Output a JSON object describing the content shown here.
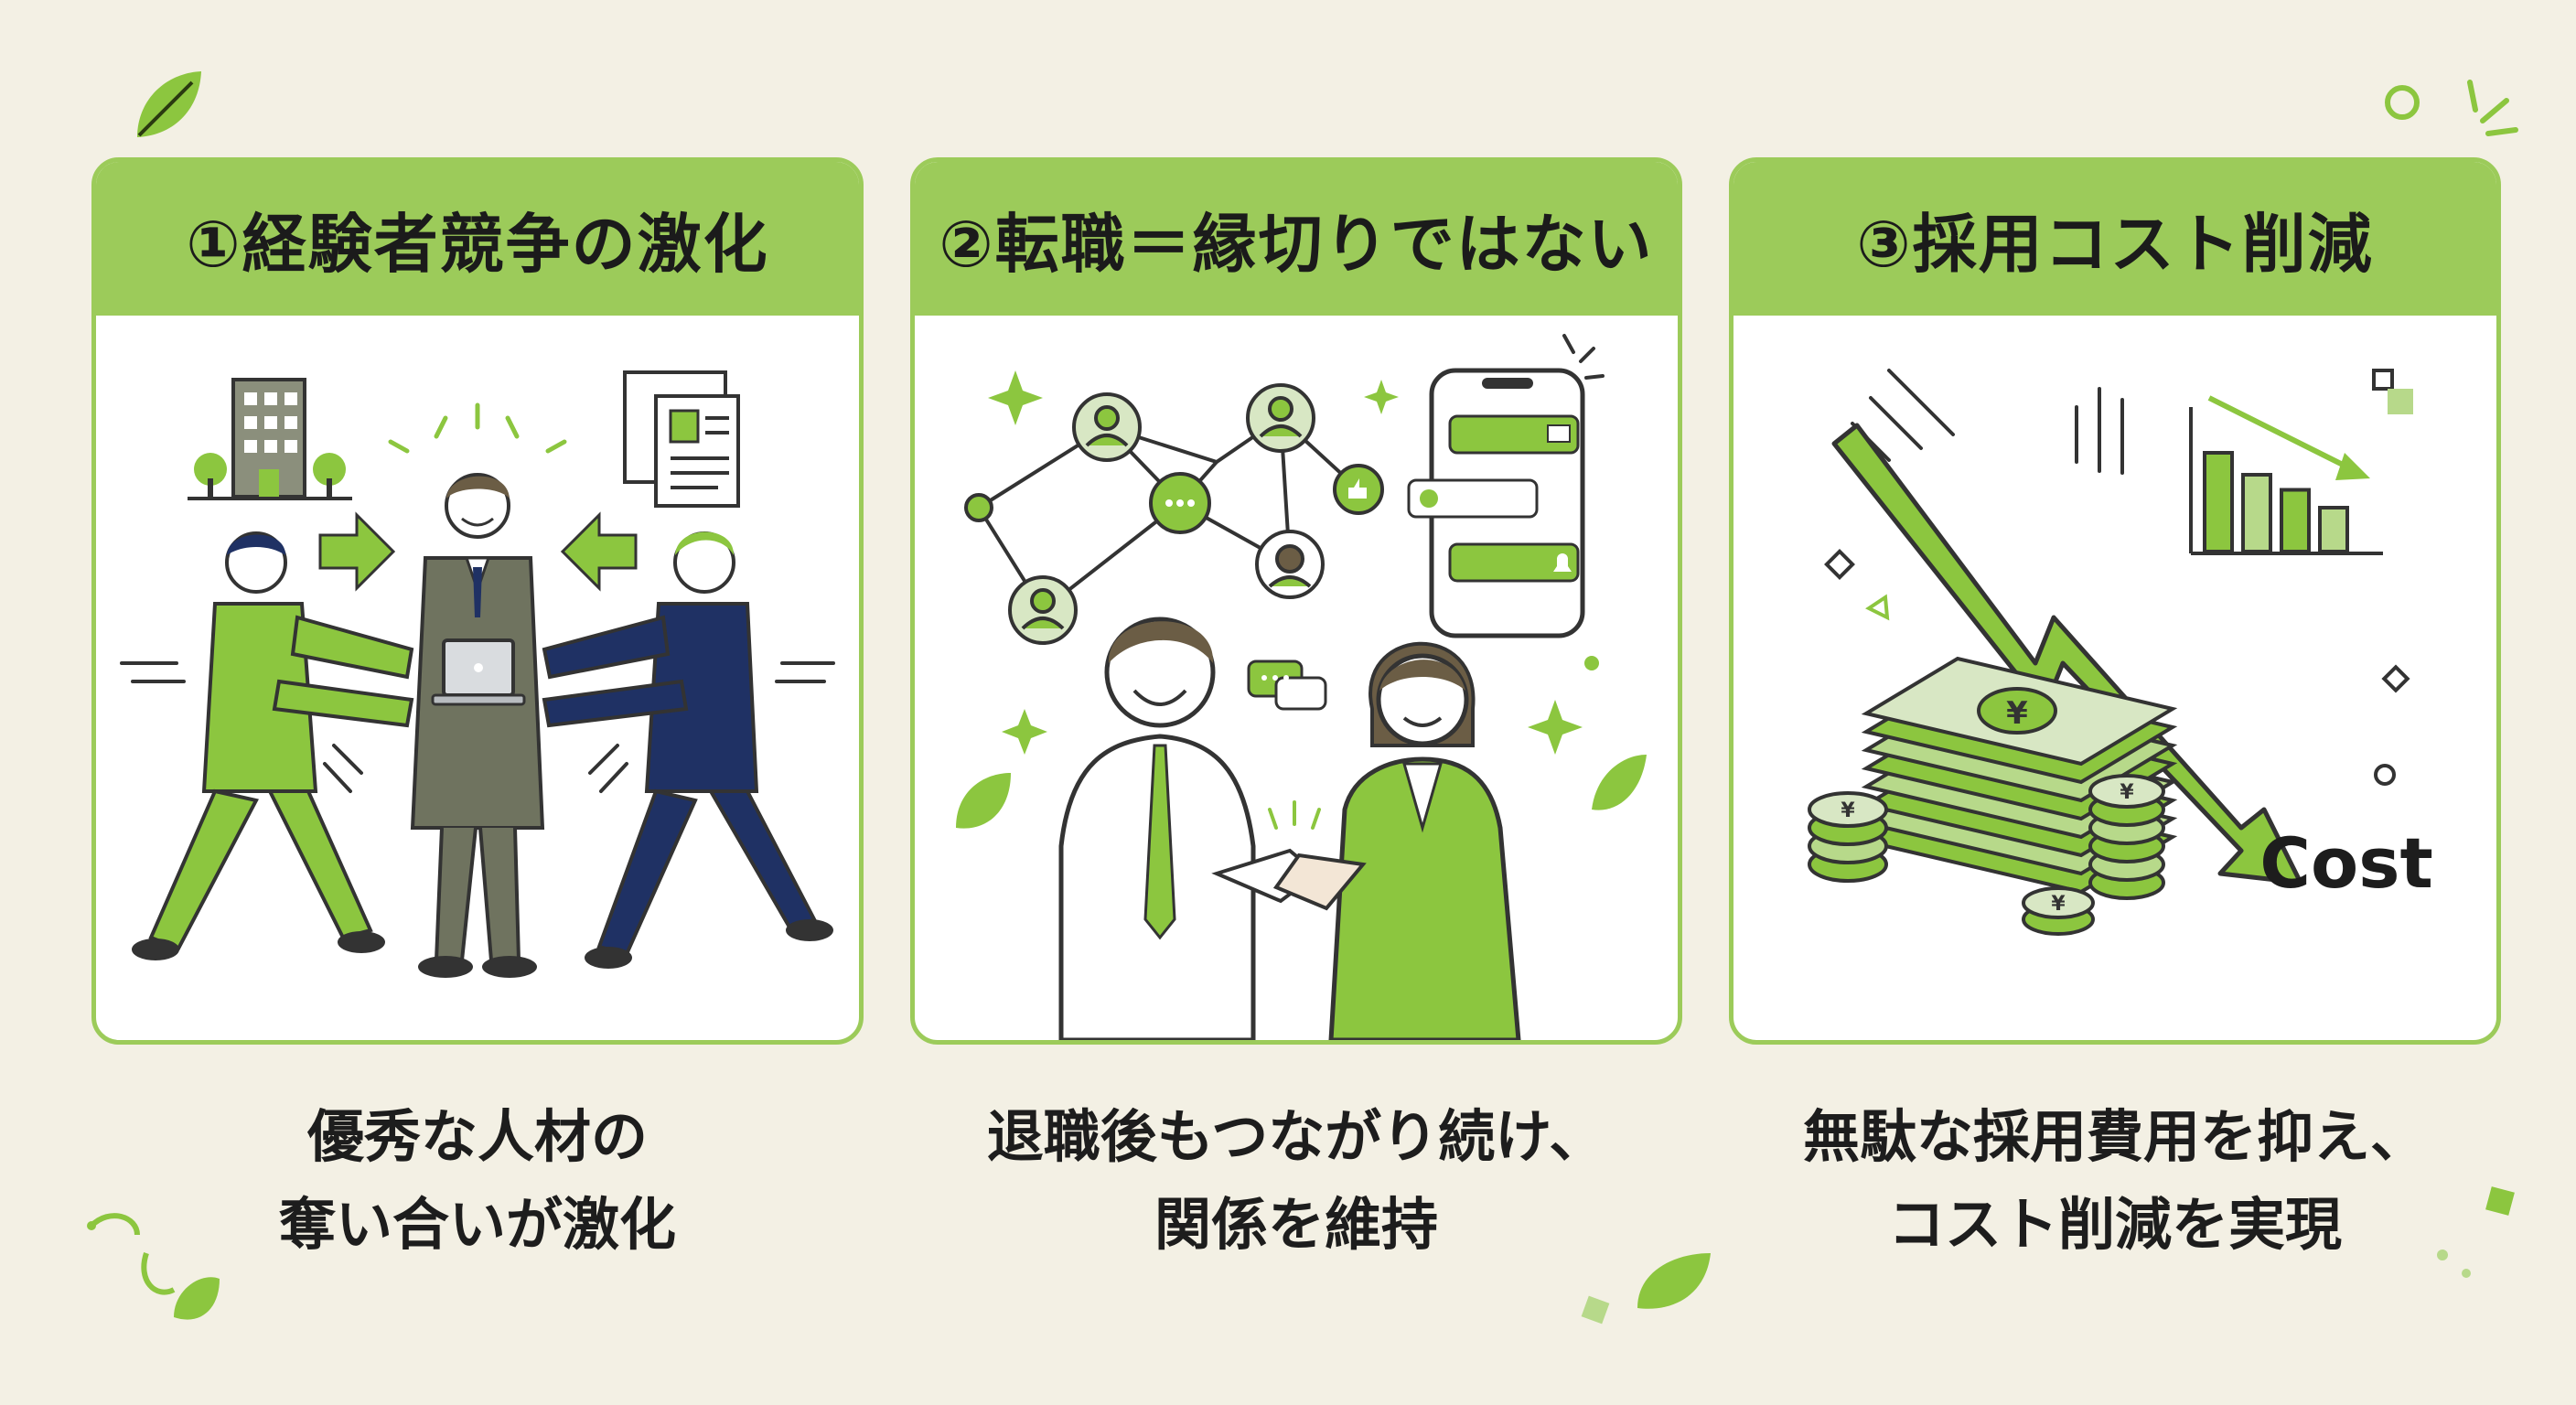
{
  "colors": {
    "background": "#f3f0e4",
    "accent_green": "#8cc63f",
    "header_green": "#9ccb5a",
    "navy": "#1f3164",
    "gray_suit": "#6f735f",
    "text": "#1d1d1d"
  },
  "cards": [
    {
      "title": "①経験者競争の激化",
      "caption_lines": [
        "優秀な人材の",
        "奪い合いが激化"
      ],
      "icons": [
        "office-building-icon",
        "resume-documents-icon",
        "arrow-right-icon",
        "arrow-left-icon",
        "laptop-icon"
      ]
    },
    {
      "title": "②転職＝縁切りではない",
      "caption_lines": [
        "退職後もつながり続け、",
        "関係を維持"
      ],
      "icons": [
        "network-icon",
        "chat-bubble-icon",
        "thumbs-up-icon",
        "smartphone-icon",
        "mail-icon",
        "bell-icon",
        "handshake-icon",
        "leaf-icon"
      ]
    },
    {
      "title": "③採用コスト削減",
      "caption_lines": [
        "無駄な採用費用を抑え、",
        "コスト削減を実現"
      ],
      "cost_label": "Cost",
      "currency_symbol": "¥",
      "bar_chart": [
        0.72,
        0.56,
        0.45,
        0.32
      ],
      "icons": [
        "down-trend-arrow-icon",
        "bar-chart-icon",
        "money-stack-icon",
        "yen-coin-icon"
      ]
    }
  ]
}
